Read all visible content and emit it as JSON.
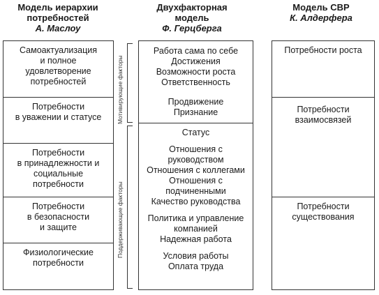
{
  "headers": {
    "maslow": {
      "line1": "Модель иерархии",
      "line2": "потребностей",
      "line3": "А. Маслоу"
    },
    "herzberg": {
      "line1": "Двухфакторная",
      "line2": "модель",
      "line3": "Ф. Герцберга"
    },
    "erg": {
      "line1": "Модель СВР",
      "line2": "К. Алдерфера"
    }
  },
  "maslow": [
    {
      "lines": [
        "Самоактуализация",
        "и полное",
        "удовлетворение",
        "потребностей"
      ]
    },
    {
      "lines": [
        "Потребности",
        "в уважении и статусе"
      ]
    },
    {
      "lines": [
        "Потребности",
        "в принадлежности и",
        "социальные",
        "потребности"
      ]
    },
    {
      "lines": [
        "Потребности",
        "в безопасности",
        "и защите"
      ]
    },
    {
      "lines": [
        "Физиологические",
        "потребности"
      ]
    }
  ],
  "herzberg": {
    "motivating_label": "Мотивирующие факторы",
    "hygiene_label": "Поддерживающие факторы",
    "motivating": {
      "group1": [
        "Работа сама по себе",
        "Достижения",
        "Возможности роста",
        "Ответственность"
      ],
      "group2": [
        "Продвижение",
        "Признание"
      ]
    },
    "hygiene": {
      "group1": [
        "Статус"
      ],
      "group2": [
        "Отношения с",
        "руководством",
        "Отношения с коллегами",
        "Отношения с",
        "подчиненными",
        "Качество руководства"
      ],
      "group3": [
        "Политика и управление",
        "компанией",
        "Надежная работа"
      ],
      "group4": [
        "Условия работы",
        "Оплата труда"
      ]
    }
  },
  "erg": [
    {
      "lines": [
        "Потребности роста"
      ]
    },
    {
      "lines": [
        "Потребности",
        "взаимосвязей"
      ]
    },
    {
      "lines": [
        "Потребности",
        "существования"
      ]
    }
  ]
}
